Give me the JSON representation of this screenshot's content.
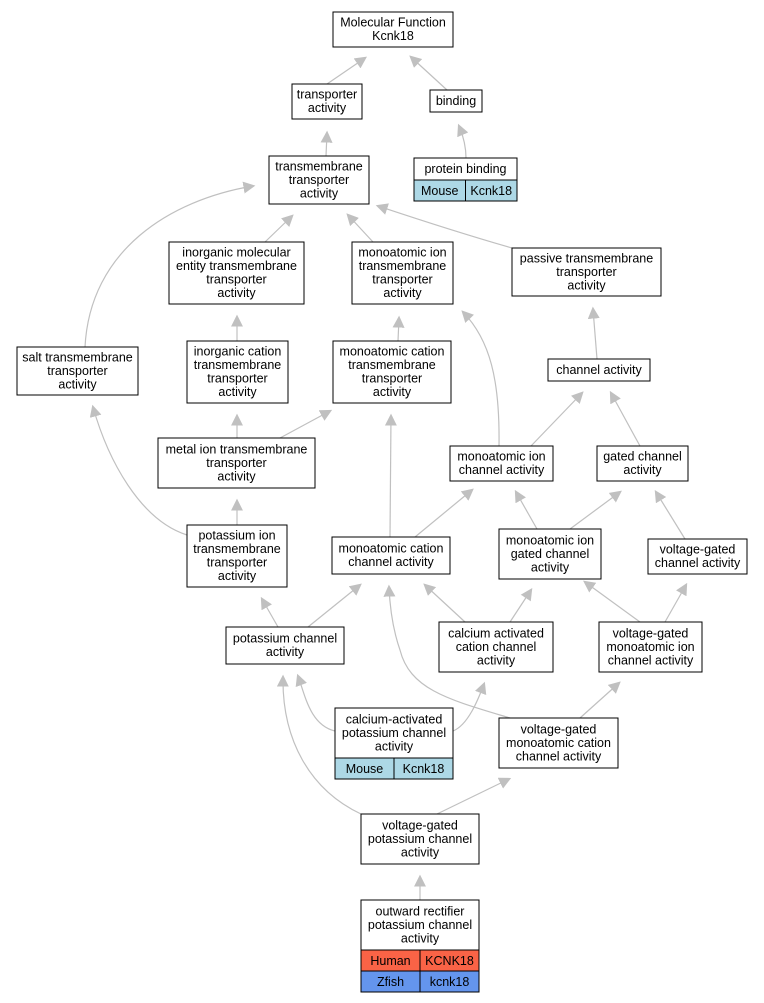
{
  "colors": {
    "edge": "#c0c0c0",
    "node_border": "#000000",
    "mouse": "#add8e6",
    "human": "#fa6346",
    "zfish": "#6495ed"
  },
  "nodes": {
    "mf": {
      "lines": [
        "Molecular Function",
        "Kcnk18"
      ]
    },
    "ta": {
      "lines": [
        "transporter",
        "activity"
      ]
    },
    "bind": {
      "lines": [
        "binding"
      ]
    },
    "pb": {
      "lines": [
        "protein binding"
      ],
      "rows": [
        [
          "Mouse",
          "Kcnk18"
        ]
      ]
    },
    "tta": {
      "lines": [
        "transmembrane",
        "transporter",
        "activity"
      ]
    },
    "imet": {
      "lines": [
        "inorganic molecular",
        "entity transmembrane",
        "transporter",
        "activity"
      ]
    },
    "mitt": {
      "lines": [
        "monoatomic ion",
        "transmembrane",
        "transporter",
        "activity"
      ]
    },
    "ptta": {
      "lines": [
        "passive transmembrane",
        "transporter",
        "activity"
      ]
    },
    "stta": {
      "lines": [
        "salt transmembrane",
        "transporter",
        "activity"
      ]
    },
    "ictt": {
      "lines": [
        "inorganic cation",
        "transmembrane",
        "transporter",
        "activity"
      ]
    },
    "mctt": {
      "lines": [
        "monoatomic cation",
        "transmembrane",
        "transporter",
        "activity"
      ]
    },
    "ca": {
      "lines": [
        "channel activity"
      ]
    },
    "mitta": {
      "lines": [
        "metal ion transmembrane",
        "transporter",
        "activity"
      ]
    },
    "mica": {
      "lines": [
        "monoatomic ion",
        "channel activity"
      ]
    },
    "gca": {
      "lines": [
        "gated channel",
        "activity"
      ]
    },
    "pitt": {
      "lines": [
        "potassium ion",
        "transmembrane",
        "transporter",
        "activity"
      ]
    },
    "mcca": {
      "lines": [
        "monoatomic cation",
        "channel activity"
      ]
    },
    "migca": {
      "lines": [
        "monoatomic ion",
        "gated channel",
        "activity"
      ]
    },
    "vgca": {
      "lines": [
        "voltage-gated",
        "channel activity"
      ]
    },
    "pca": {
      "lines": [
        "potassium channel",
        "activity"
      ]
    },
    "cacca": {
      "lines": [
        "calcium activated",
        "cation channel",
        "activity"
      ]
    },
    "vgmica": {
      "lines": [
        "voltage-gated",
        "monoatomic ion",
        "channel activity"
      ]
    },
    "capca": {
      "lines": [
        "calcium-activated",
        "potassium channel",
        "activity"
      ],
      "rows": [
        [
          "Mouse",
          "Kcnk18"
        ]
      ]
    },
    "vgmcca": {
      "lines": [
        "voltage-gated",
        "monoatomic cation",
        "channel activity"
      ]
    },
    "vgpca": {
      "lines": [
        "voltage-gated",
        "potassium channel",
        "activity"
      ]
    },
    "orpca": {
      "lines": [
        "outward rectifier",
        "potassium channel",
        "activity"
      ],
      "rows": [
        [
          "Human",
          "KCNK18"
        ],
        [
          "Zfish",
          "kcnk18"
        ]
      ]
    }
  }
}
